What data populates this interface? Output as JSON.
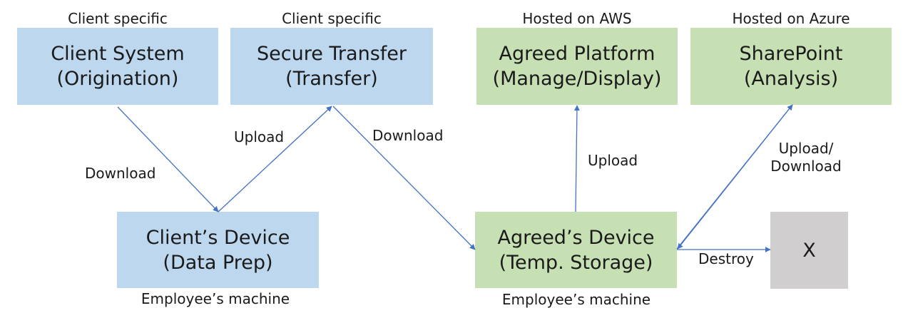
{
  "captions": {
    "client_system": "Client specific",
    "secure_transfer": "Client specific",
    "agreed_platform": "Hosted on AWS",
    "sharepoint": "Hosted on Azure",
    "clients_device": "Employee’s machine",
    "agreeds_device": "Employee’s machine"
  },
  "boxes": {
    "client_system": {
      "line1": "Client System",
      "line2": "(Origination)"
    },
    "secure_transfer": {
      "line1": "Secure Transfer",
      "line2": "(Transfer)"
    },
    "agreed_platform": {
      "line1": "Agreed Platform",
      "line2": "(Manage/Display)"
    },
    "sharepoint": {
      "line1": "SharePoint",
      "line2": "(Analysis)"
    },
    "clients_device": {
      "line1": "Client’s Device",
      "line2": "(Data Prep)"
    },
    "agreeds_device": {
      "line1": "Agreed’s Device",
      "line2": "(Temp. Storage)"
    },
    "destroyed": {
      "line1": "X"
    }
  },
  "edge_labels": {
    "download_1": "Download",
    "upload_1": "Upload",
    "download_2": "Download",
    "upload_2": "Upload",
    "upload_download_line1": "Upload/",
    "upload_download_line2": "Download",
    "destroy": "Destroy"
  },
  "colors": {
    "box_blue": "#bdd7ee",
    "box_green": "#c6e0b4",
    "box_gray": "#d0cece",
    "arrow": "#4472c4"
  }
}
